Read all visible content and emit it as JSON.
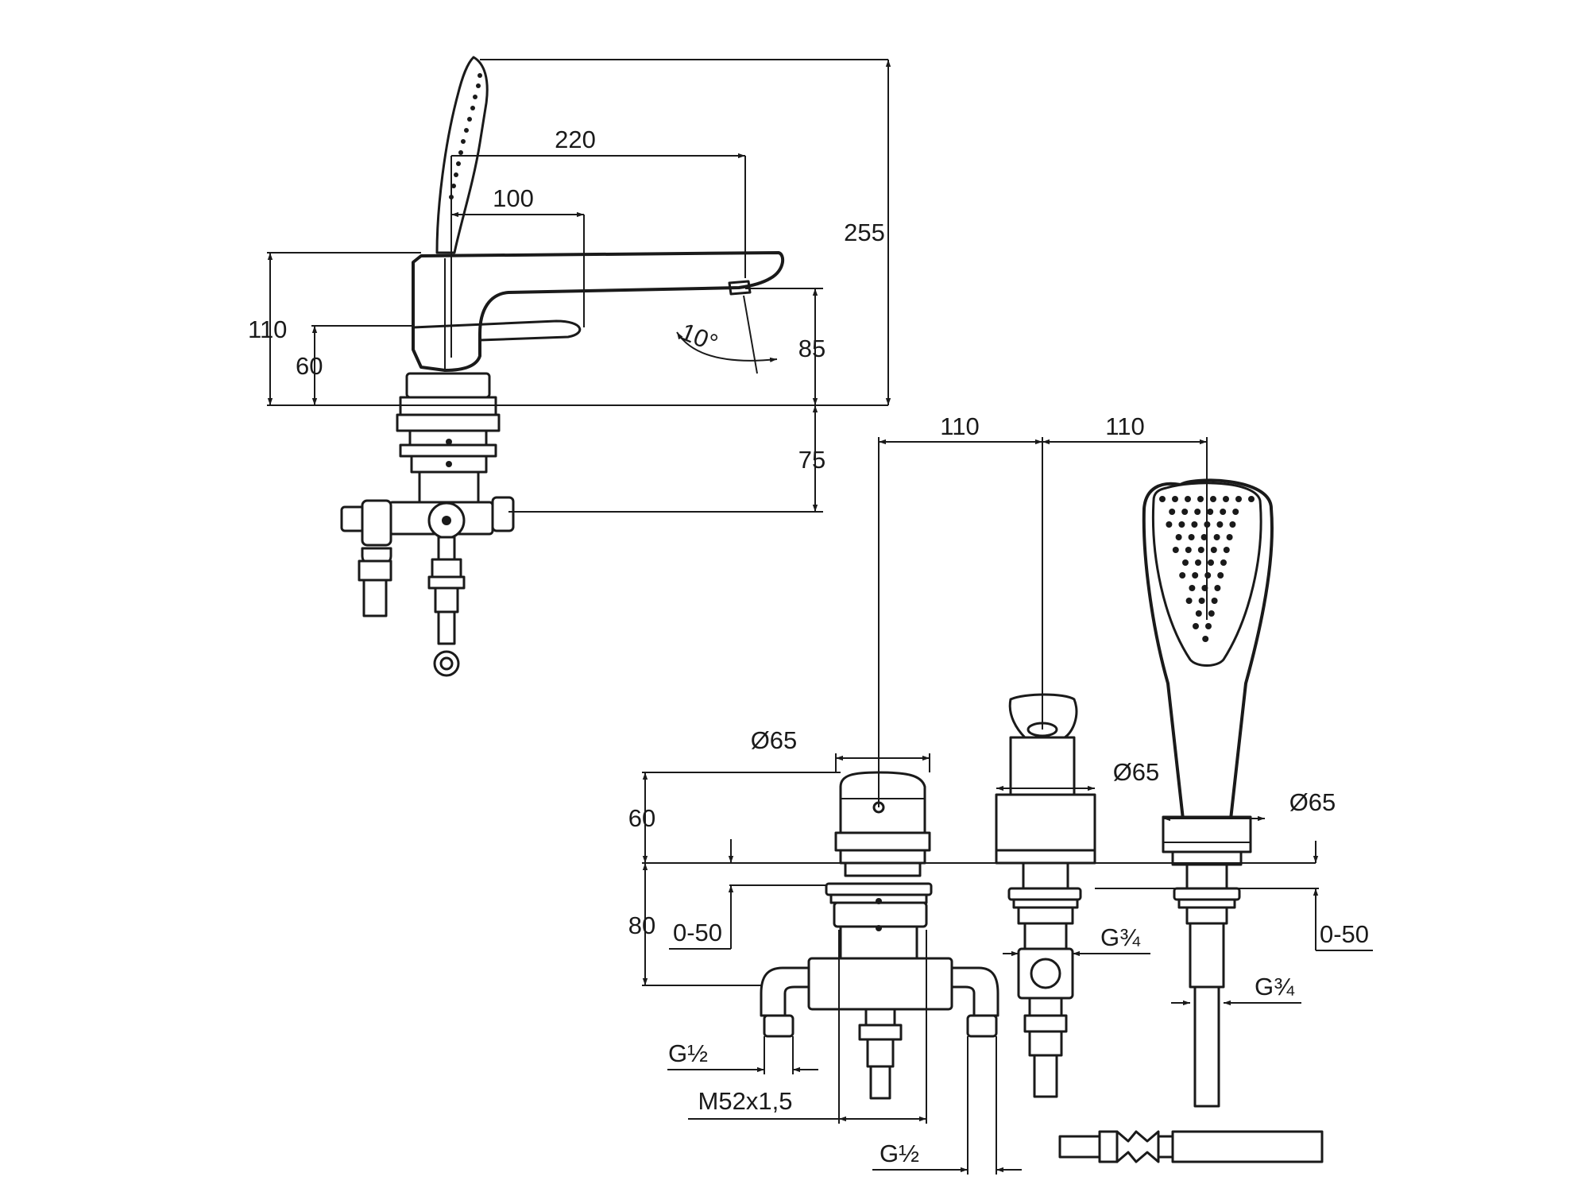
{
  "dimensions": {
    "d220": "220",
    "d100": "100",
    "d255": "255",
    "d110_height": "110",
    "d60_height": "60",
    "angle": "10°",
    "d85": "85",
    "d75": "75",
    "d110_left": "110",
    "d110_right": "110",
    "dia_left": "Ø65",
    "dia_mid": "Ø65",
    "dia_right": "Ø65",
    "d60_knob": "60",
    "d80_body": "80",
    "range_left": "0-50",
    "range_right": "0-50",
    "thread_mid": "G¾",
    "thread_right": "G¾",
    "thread_half_left": "G½",
    "thread_metric": "M52x1,5",
    "thread_half_bottom": "G½"
  }
}
